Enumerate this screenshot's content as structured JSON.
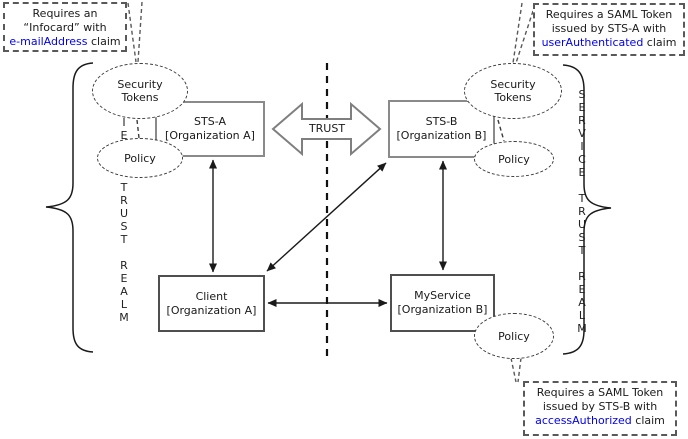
{
  "title": "Federated trust realms diagram",
  "colors": {
    "claim_text_blue": "#0000ee",
    "line_color": "#1a1a1a",
    "sts_box_border": "#8a8a8a",
    "endpoint_box_border": "#4f4f4f",
    "callout_border": "#595959",
    "background": "#ffffff"
  },
  "callouts": {
    "infocard": {
      "line1": "Requires an",
      "line2": "“Infocard” with",
      "claim": "e-mailAddress",
      "after": "claim"
    },
    "saml_a": {
      "line1": "Requires a SAML Token",
      "line2": "issued by STS-A with",
      "claim": "userAuthenticated",
      "after": "claim"
    },
    "saml_b": {
      "line1": "Requires a SAML Token",
      "line2": "issued by STS-B with",
      "claim": "accessAuthorized",
      "after": "claim"
    }
  },
  "nodes": {
    "sts_a": {
      "name": "STS-A",
      "org": "[Organization A]"
    },
    "sts_b": {
      "name": "STS-B",
      "org": "[Organization B]"
    },
    "client": {
      "name": "Client",
      "org": "[Organization A]"
    },
    "myservice": {
      "name": "MyService",
      "org": "[Organization B]"
    }
  },
  "ellipses": {
    "security_tokens_left": "Security\nTokens",
    "policy_left": "Policy",
    "security_tokens_right": "Security\nTokens",
    "policy_right": "Policy",
    "policy_service": "Policy"
  },
  "realms": {
    "client": "C\nL\nI\nE\nN\nT\n\nT\nR\nU\nS\nT\n\nR\nE\nA\nL\nM",
    "service": "S\nE\nR\nV\nI\nC\nE\n\nT\nR\nU\nS\nT\n\nR\nE\nA\nL\nM"
  },
  "trust_arrow_label": "TRUST"
}
